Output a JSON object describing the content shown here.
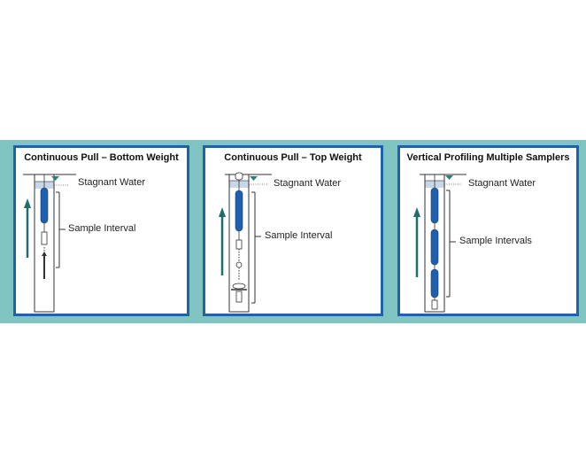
{
  "colors": {
    "background_band": "#7fc4c1",
    "panel_border": "#1d63a6",
    "sampler_fill": "#1f5fae",
    "arrow": "#1f6e6b",
    "water_marker": "#2a7f7c"
  },
  "panels": [
    {
      "title": "Continuous Pull – Bottom Weight",
      "stagnant_label": "Stagnant Water",
      "interval_label": "Sample Interval"
    },
    {
      "title": "Continuous Pull – Top Weight",
      "stagnant_label": "Stagnant Water",
      "interval_label": "Sample Interval"
    },
    {
      "title": "Vertical Profiling Multiple Samplers",
      "stagnant_label": "Stagnant Water",
      "interval_label": "Sample Intervals"
    }
  ]
}
